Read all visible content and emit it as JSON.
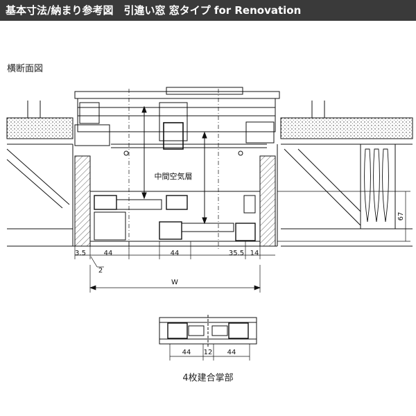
{
  "header": {
    "title": "基本寸法/納まり参考図　引違い窓 窓タイプ for Renovation"
  },
  "section": {
    "title": "横断面図"
  },
  "main_drawing": {
    "center_label": "中間空気層",
    "dims_bottom": [
      "3.5",
      "44",
      "44",
      "35.5",
      "14"
    ],
    "dim_small": "2",
    "dim_width": "W",
    "dim_right": "67"
  },
  "detail_drawing": {
    "dims": [
      "44",
      "12",
      "44"
    ],
    "caption": "4枚建合掌部"
  },
  "colors": {
    "header_bg": "#3a3a3a",
    "line": "#111111"
  }
}
